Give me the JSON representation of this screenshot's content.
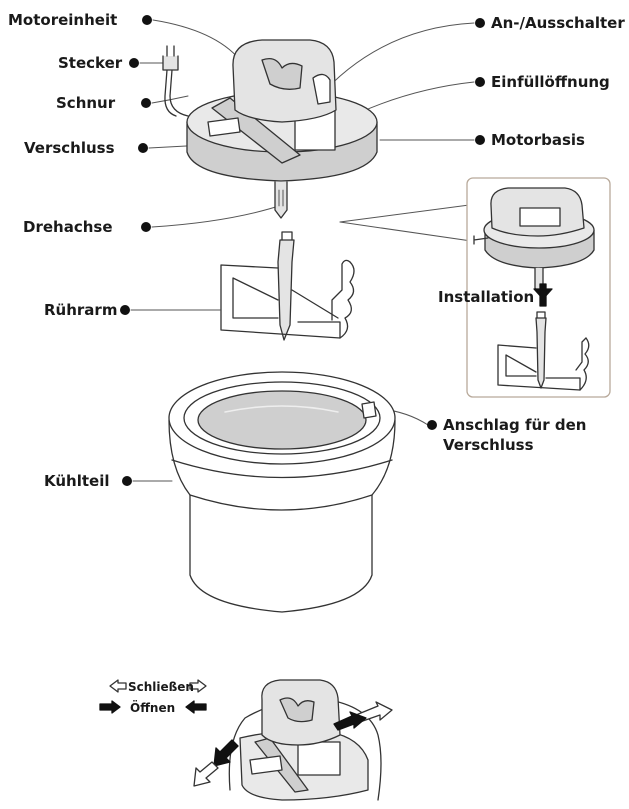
{
  "labels": {
    "motoreinheit": "Motoreinheit",
    "stecker": "Stecker",
    "schnur": "Schnur",
    "verschluss": "Verschluss",
    "drehachse": "Drehachse",
    "ruehrarm": "Rührarm",
    "kuehlteil": "Kühlteil",
    "an_ausschalter": "An-/Ausschalter",
    "einfuelloeffnung": "Einfüllöffnung",
    "motorbasis": "Motorbasis",
    "installation": "Installation",
    "anschlag_line1": "Anschlag für den",
    "anschlag_line2": "Verschluss"
  },
  "lock_legend": {
    "schliessen": "Schließen",
    "oeffnen": "Öffnen"
  },
  "colors": {
    "line": "#333333",
    "shade": "#cfcfcf",
    "shade_dark": "#a9a9a9",
    "inset_border": "#b8a99a"
  }
}
